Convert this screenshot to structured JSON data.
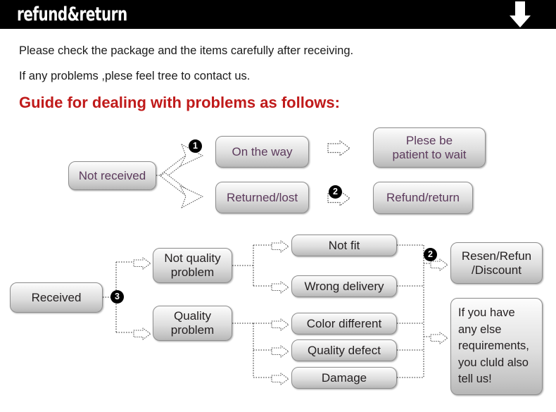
{
  "header": {
    "title": "refund&return",
    "arrow_icon": "down-arrow-icon",
    "background_color": "#000000",
    "text_color": "#ffffff"
  },
  "intro": {
    "lines": [
      "Please check the package and the items carefully after receiving.",
      "If any problems ,plese feel tree to contact us."
    ],
    "heading": "Guide for dealing with problems as follows:",
    "heading_color": "#c01a1a"
  },
  "flow_top": {
    "badges": [
      {
        "id": "badge-1",
        "label": "1"
      },
      {
        "id": "badge-2",
        "label": "2"
      }
    ],
    "nodes": [
      {
        "id": "not-received",
        "label": "Not received",
        "text_color": "#5c3a5c"
      },
      {
        "id": "on-the-way",
        "label": "On the way",
        "text_color": "#5c3a5c"
      },
      {
        "id": "returned-lost",
        "label": "Returned/lost",
        "text_color": "#5c3a5c"
      },
      {
        "id": "plese-be-patient",
        "label": "Plese be\npatient to wait",
        "text_color": "#5c3a5c"
      },
      {
        "id": "refund-return",
        "label": "Refund/return",
        "text_color": "#5c3a5c"
      }
    ]
  },
  "flow_bottom": {
    "badges": [
      {
        "id": "badge-3",
        "label": "3"
      },
      {
        "id": "badge-2b",
        "label": "2"
      }
    ],
    "nodes": [
      {
        "id": "received",
        "label": "Received",
        "text_color": "#231f20"
      },
      {
        "id": "not-quality-problem",
        "label": "Not quality\nproblem",
        "text_color": "#231f20"
      },
      {
        "id": "quality-problem",
        "label": "Quality\nproblem",
        "text_color": "#231f20"
      },
      {
        "id": "not-fit",
        "label": "Not fit",
        "text_color": "#231f20"
      },
      {
        "id": "wrong-delivery",
        "label": "Wrong delivery",
        "text_color": "#231f20"
      },
      {
        "id": "color-different",
        "label": "Color different",
        "text_color": "#231f20"
      },
      {
        "id": "quality-defect",
        "label": "Quality defect",
        "text_color": "#231f20"
      },
      {
        "id": "damage",
        "label": "Damage",
        "text_color": "#231f20"
      },
      {
        "id": "resend-refund-discount",
        "label": "Resen/Refun\n/Discount",
        "text_color": "#231f20"
      },
      {
        "id": "contact-note",
        "label": "If you have\nany else\nrequirements,\nyou cluld also\ntell us!",
        "text_color": "#231f20"
      }
    ]
  },
  "theme": {
    "node_border": "#8e8e8e",
    "node_fill_top": "#fdfdfd",
    "node_fill_bottom": "#b6b6b6",
    "connector_color": "#6e6e6e",
    "purple_text": "#5c3a5c",
    "black_text": "#231f20"
  }
}
